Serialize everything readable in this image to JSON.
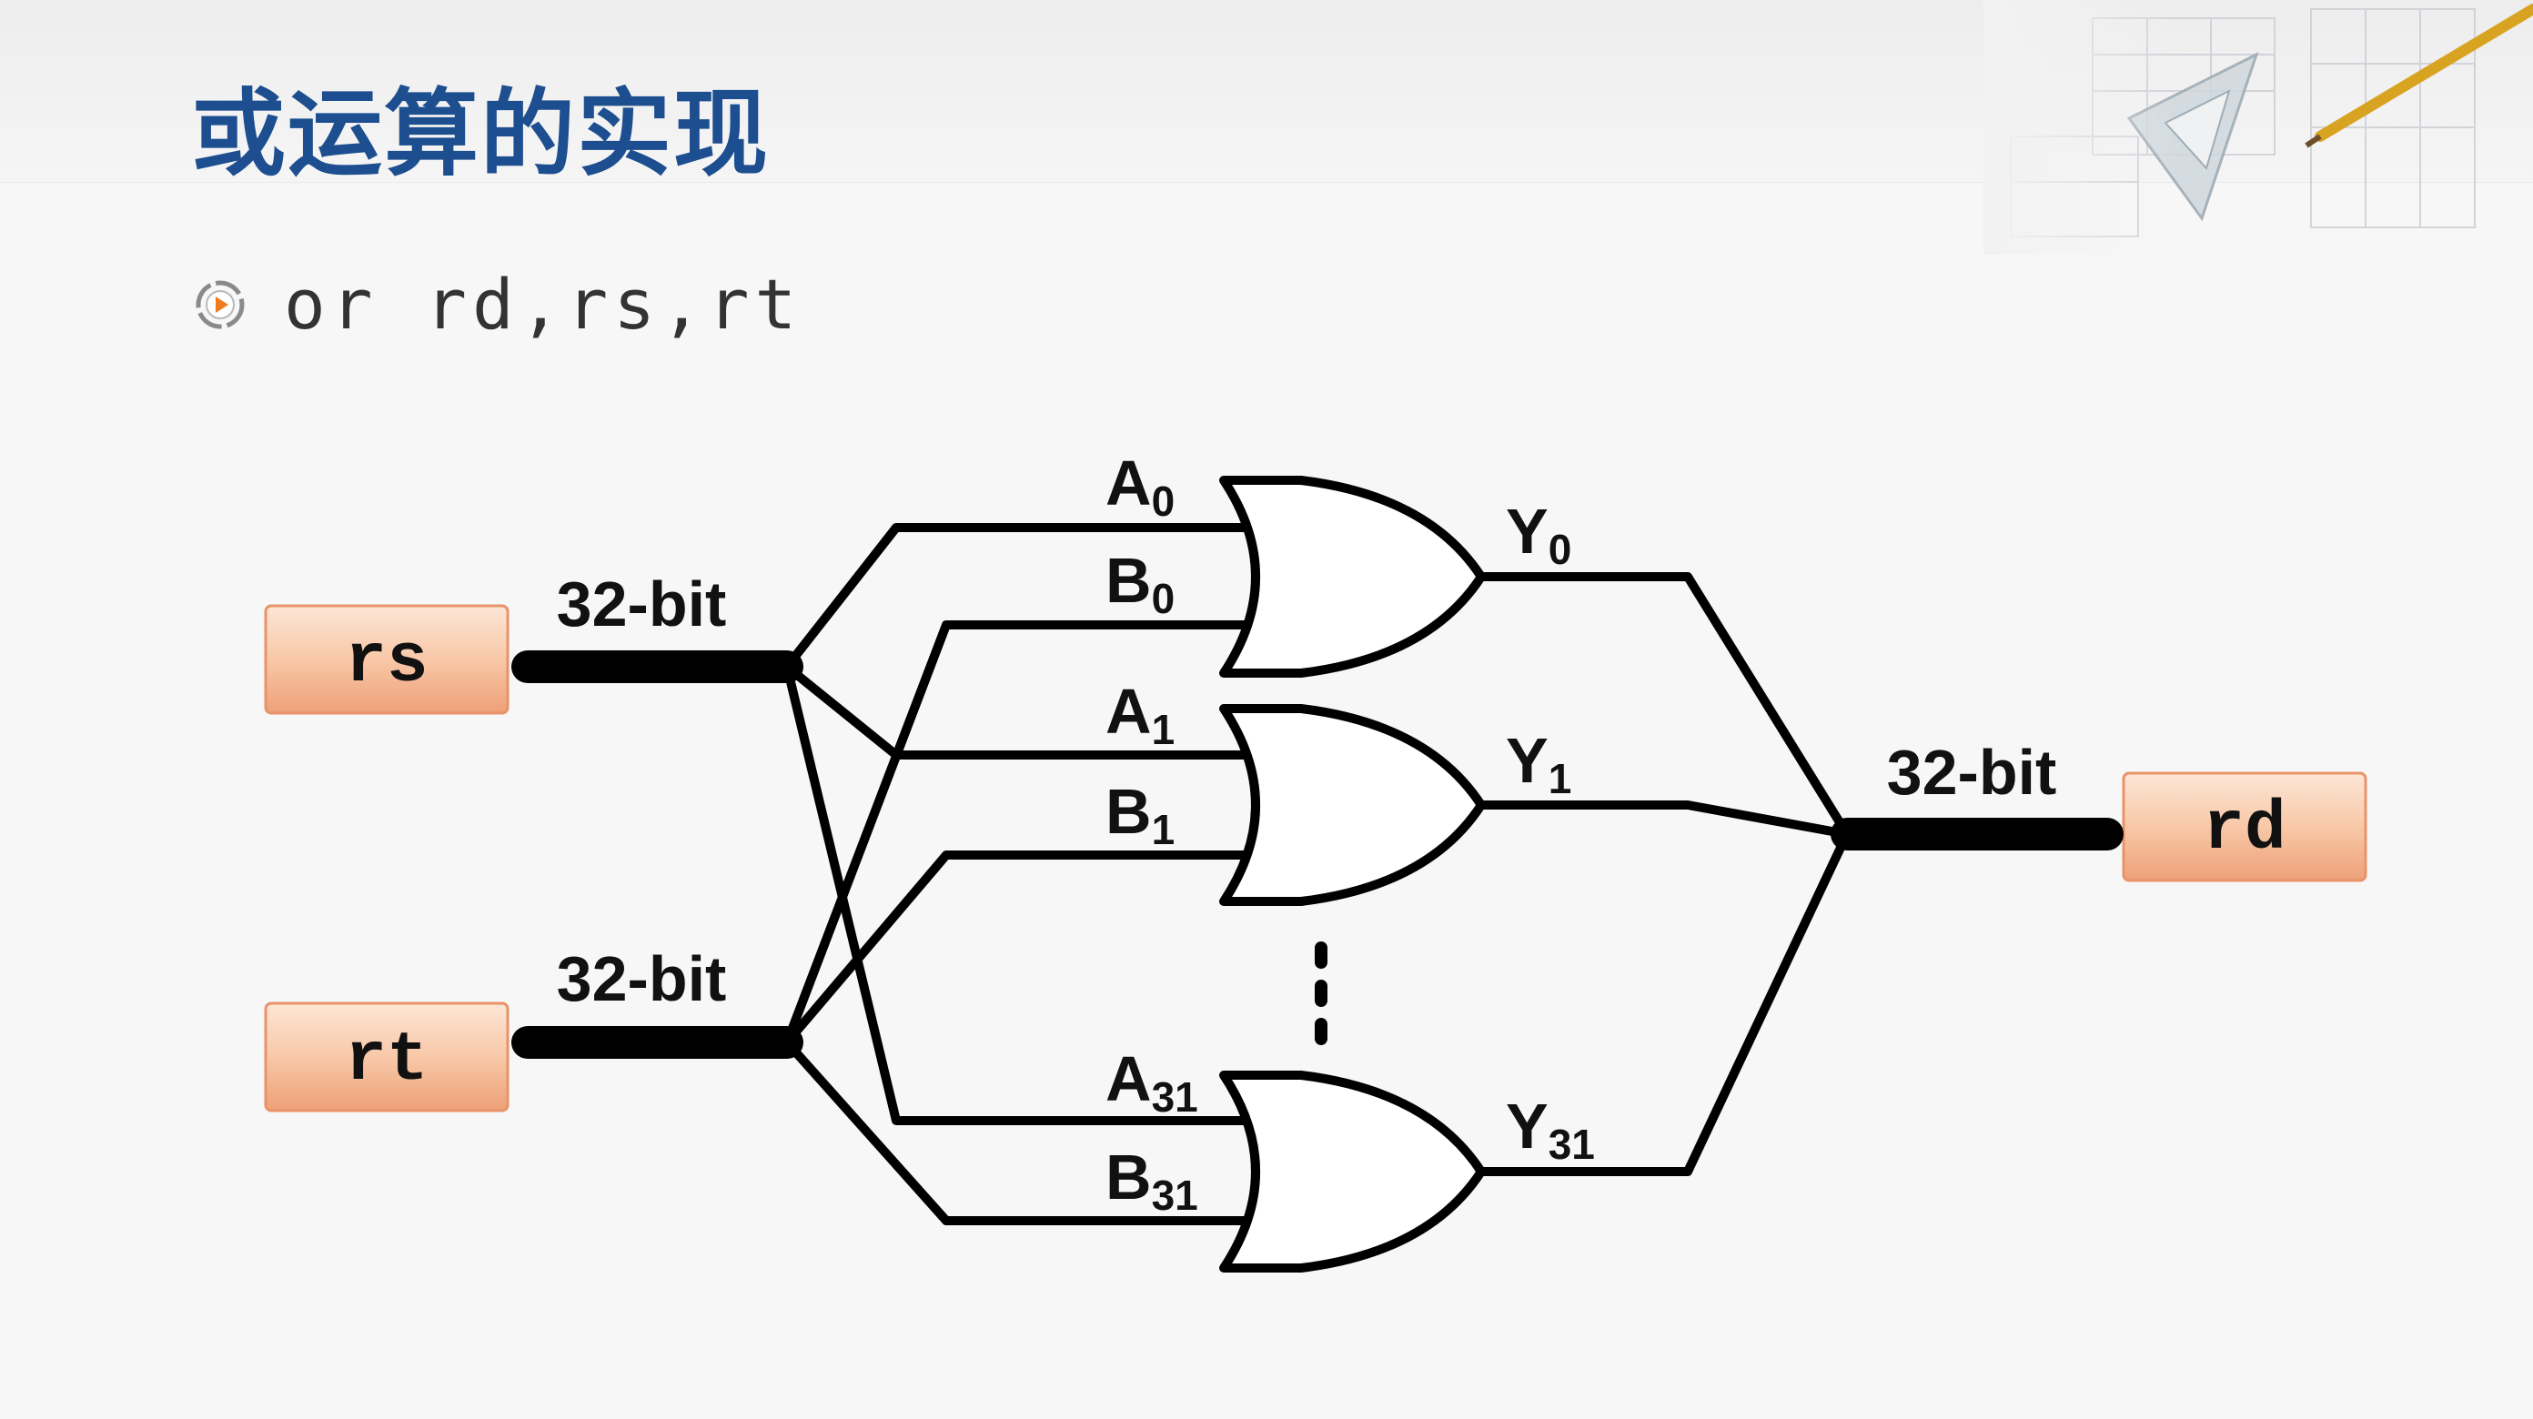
{
  "slide": {
    "title": "或运算的实现",
    "instruction": "or rd,rs,rt"
  },
  "diagram": {
    "registers": {
      "rs": "rs",
      "rt": "rt",
      "rd": "rd"
    },
    "bus_labels": {
      "rs_bus": "32-bit",
      "rt_bus": "32-bit",
      "rd_bus": "32-bit"
    },
    "gates": [
      {
        "name": "or-gate-0",
        "in_a": "A",
        "in_a_sub": "0",
        "in_b": "B",
        "in_b_sub": "0",
        "out": "Y",
        "out_sub": "0"
      },
      {
        "name": "or-gate-1",
        "in_a": "A",
        "in_a_sub": "1",
        "in_b": "B",
        "in_b_sub": "1",
        "out": "Y",
        "out_sub": "1"
      },
      {
        "name": "or-gate-31",
        "in_a": "A",
        "in_a_sub": "31",
        "in_b": "B",
        "in_b_sub": "31",
        "out": "Y",
        "out_sub": "31"
      }
    ],
    "ellipsis": "⋮"
  },
  "colors": {
    "title": "#1d4e8f",
    "register_fill_top": "#fde4d2",
    "register_fill_bottom": "#f0a77c",
    "register_border": "#e8936a",
    "wire": "#000000"
  }
}
